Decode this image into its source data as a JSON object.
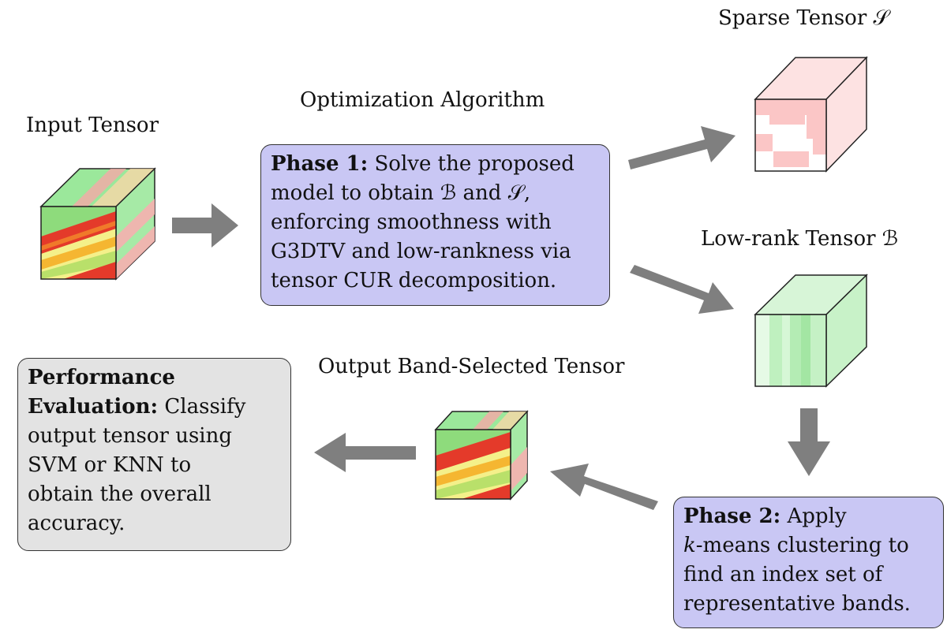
{
  "labels": {
    "input_tensor": "Input Tensor",
    "optimization_algorithm": "Optimization Algorithm",
    "sparse_tensor": "Sparse Tensor 𝒮",
    "low_rank_tensor": "Low-rank Tensor ℬ",
    "output_tensor": "Output Band-Selected Tensor"
  },
  "phase1": {
    "heading": "Phase 1:",
    "l1": " Solve the proposed",
    "l2": "model to obtain ℬ and 𝒮,",
    "l3": "enforcing smoothness with",
    "l4": "G3DTV and low-rankness via",
    "l5": "tensor CUR decomposition."
  },
  "phase2": {
    "heading": "Phase 2:",
    "l1": " Apply",
    "l2a": "k",
    "l2b": "-means clustering to",
    "l3": "find an index set of",
    "l4": "representative bands."
  },
  "performance": {
    "heading1": "Performance",
    "heading2": "Evaluation:",
    "l2": " Classify",
    "l3": "output tensor using",
    "l4": "SVM or KNN to",
    "l5": "obtain the overall",
    "l6": "accuracy."
  },
  "colors": {
    "phase_box": "#c9c7f4",
    "performance_box": "#e3e3e3",
    "arrow": "#7f7f7f",
    "sparse_cube": "#fbd6d6",
    "lowrank_cube": "#c7f0c7"
  }
}
